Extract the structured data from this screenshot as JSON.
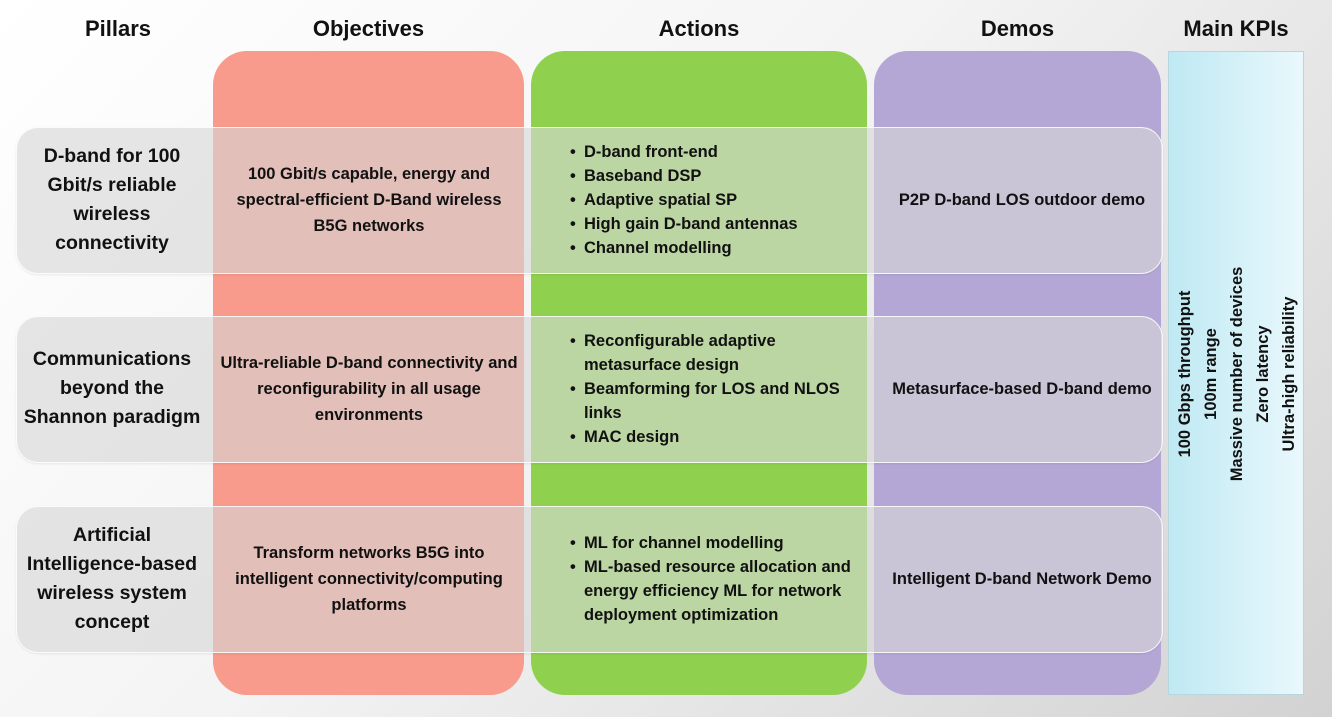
{
  "headers": {
    "pillars": "Pillars",
    "objectives": "Objectives",
    "actions": "Actions",
    "demos": "Demos",
    "kpis": "Main KPIs"
  },
  "colors": {
    "objectives": "#f89a8c",
    "actions": "#8fd14f",
    "demos": "#b4a7d6",
    "kpis": "#bfe9f3",
    "band": "#d7d7d7"
  },
  "rows": [
    {
      "pillar": "D-band for 100 Gbit/s reliable wireless connectivity",
      "objective": "100 Gbit/s capable, energy and spectral-efficient D-Band wireless B5G networks",
      "actions": [
        "D-band front-end",
        "Baseband DSP",
        "Adaptive spatial SP",
        "High gain D-band antennas",
        "Channel modelling"
      ],
      "demo": "P2P D-band LOS outdoor demo"
    },
    {
      "pillar": "Communications beyond the Shannon paradigm",
      "objective": "Ultra-reliable D-band connectivity and reconfigurability in all usage environments",
      "actions": [
        "Reconfigurable adaptive metasurface design",
        "Beamforming for LOS and NLOS links",
        "MAC design"
      ],
      "demo": "Metasurface-based D-band demo"
    },
    {
      "pillar": "Artificial Intelligence-based wireless system concept",
      "objective": "Transform networks B5G into intelligent connectivity/computing platforms",
      "actions": [
        "ML for channel modelling",
        "ML-based resource allocation and energy efficiency ML for network deployment optimization"
      ],
      "demo": "Intelligent D-band Network Demo"
    }
  ],
  "kpis": [
    "100 Gbps throughput",
    "100m range",
    "Massive number of devices",
    "Zero latency",
    "Ultra-high reliability"
  ]
}
